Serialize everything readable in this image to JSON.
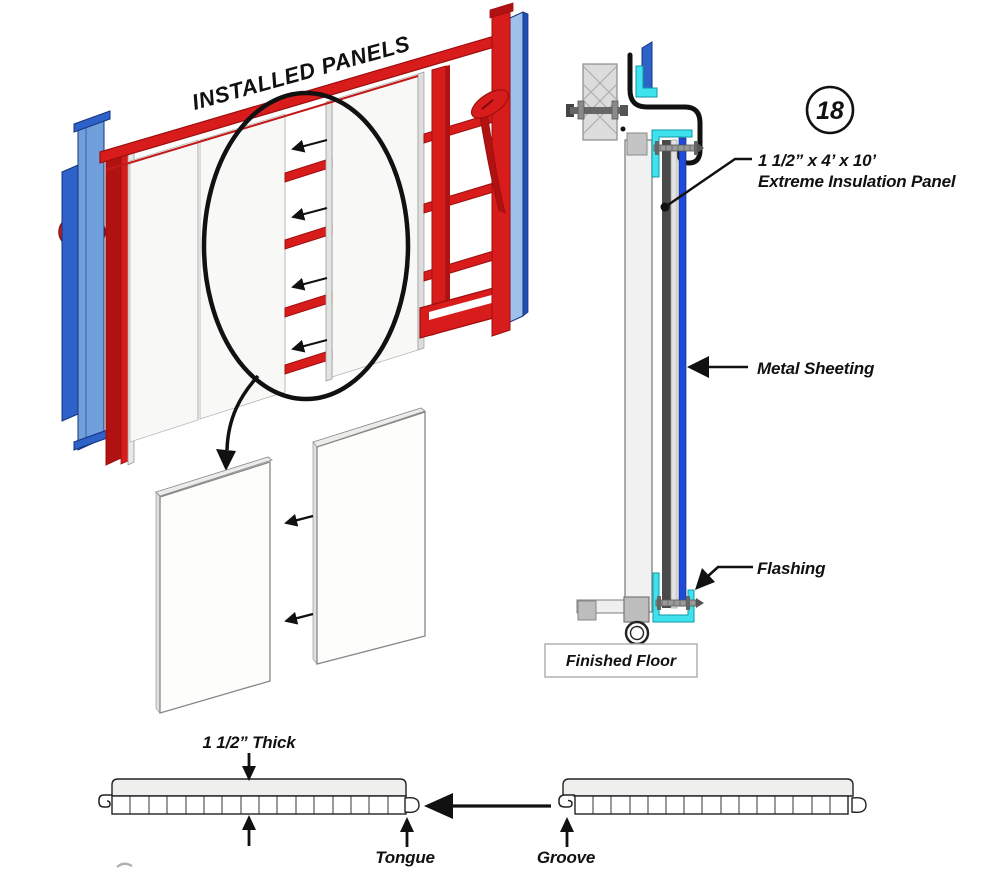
{
  "colors": {
    "frame_red": "#d81c1c",
    "dark_red": "#9e0e0e",
    "deep_red": "#b01212",
    "steel_blue": "#6fa0dc",
    "mid_blue": "#2e62c8",
    "navy": "#14337e",
    "sheeting_blue": "#1f49d8",
    "lt_blue": "#9cc2ec",
    "blue_edge": "#1e4fb4",
    "flash_cyan": "#3fe3ee",
    "cyan_edge": "#0b9aa6",
    "ink": "#111111"
  },
  "iso_view": {
    "title": "INSTALLED PANELS"
  },
  "section_view": {
    "balloon_number": "18",
    "panel_size_line1": "1 1/2” x 4’ x 10’",
    "panel_size_line2": "Extreme Insulation Panel",
    "metal_sheeting_label": "Metal Sheeting",
    "flashing_label": "Flashing",
    "finished_floor_label": "Finished Floor"
  },
  "panel_profile": {
    "thickness_label": "1 1/2” Thick",
    "tongue_label": "Tongue",
    "groove_label": "Groove"
  }
}
